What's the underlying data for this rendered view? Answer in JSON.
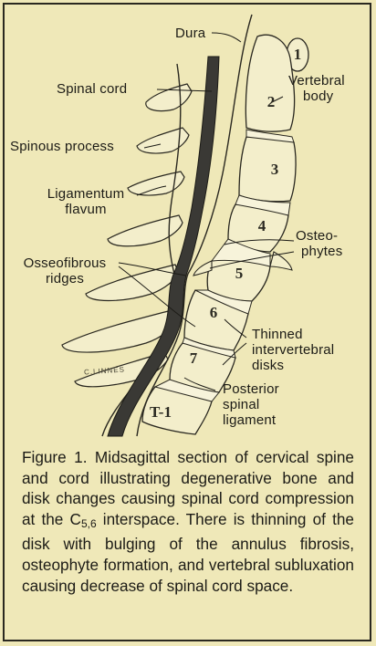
{
  "labels": {
    "dura": "Dura",
    "spinal_cord": "Spinal cord",
    "vertebral_body": [
      "Vertebral",
      "body"
    ],
    "spinous_process": "Spinous process",
    "ligamentum_flavum": [
      "Ligamentum",
      "flavum"
    ],
    "osteophytes": [
      "Osteo-",
      "phytes"
    ],
    "osseofibrous_ridges": [
      "Osseofibrous",
      "ridges"
    ],
    "thinned_disks": [
      "Thinned",
      "intervertebral",
      "disks"
    ],
    "posterior_ligament": [
      "Posterior",
      "spinal",
      "ligament"
    ]
  },
  "vertebra_numbers": [
    "1",
    "2",
    "3",
    "4",
    "5",
    "6",
    "7",
    "T-1"
  ],
  "artist_signature": "C.LINNES",
  "caption": {
    "before_sub": "Figure 1. Midsagittal section of cervical spine and cord illustrating degenerative bone and disk changes causing spinal cord compression at the C",
    "subscript": "5,6",
    "after_sub": " interspace. There is thinning of the disk with bulging of the annulus fibrosis, osteophyte formation, and vertebral subluxation causing decrease of spinal cord space."
  },
  "colors": {
    "background": "#efe8b8",
    "bone": "#f3eecb",
    "cord": "#3a3935",
    "ink": "#1c1b16"
  }
}
